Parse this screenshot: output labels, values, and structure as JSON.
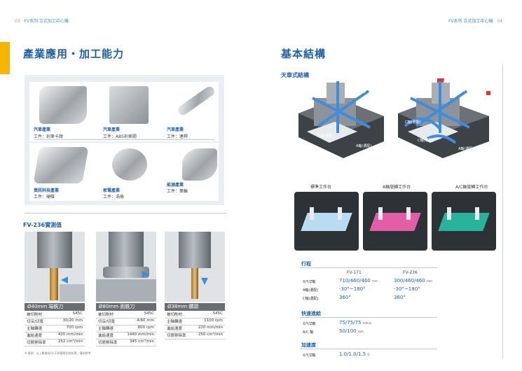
{
  "header": {
    "left_page": "03",
    "left_title": "FV系列",
    "left_subtitle": "立式加工中心機",
    "right_title": "FV系列",
    "right_subtitle": "立式加工中心機",
    "right_page": "04"
  },
  "left": {
    "title": "產業應用・加工能力",
    "applications": [
      {
        "industry": "汽車產業",
        "work": "工件：剎車卡鉗"
      },
      {
        "industry": "汽車產業",
        "work": "工件：ABS剎車閥"
      },
      {
        "industry": "汽車產業",
        "work": "工件：連桿"
      },
      {
        "industry": "資訊科技產業",
        "work": "工件：硬碟"
      },
      {
        "industry": "家電產業",
        "work": "工件：渦捲"
      },
      {
        "industry": "能源產業",
        "work": "工件：葉輪"
      }
    ],
    "measure_title": "FV-236實測值",
    "tests": [
      {
        "tool": "Ø40mm 端銑刀",
        "rows": [
          [
            "被切削材",
            "S45C"
          ],
          [
            "切深/切寬",
            "30/20 mm"
          ],
          [
            "主軸轉速",
            "700 rpm"
          ],
          [
            "進給速度",
            "420 mm/min"
          ],
          [
            "切屑移除率",
            "252 cm³/min"
          ]
        ]
      },
      {
        "tool": "Ø80mm 面銑刀",
        "rows": [
          [
            "被切削材",
            "S45C"
          ],
          [
            "切深/切寬",
            "4/60 mm"
          ],
          [
            "主軸轉速",
            "800 rpm"
          ],
          [
            "進給速度",
            "1440 mm/min"
          ],
          [
            "切屑移除率",
            "345 cm³/min"
          ]
        ]
      },
      {
        "tool": "Ø38mm 鑽頭",
        "rows": [
          [
            "被切削材",
            "S45C"
          ],
          [
            "主軸轉速",
            "1100 rpm"
          ],
          [
            "進給速度",
            "220 mm/min"
          ],
          [
            "切屑移除率",
            "250 cm³/min"
          ]
        ]
      }
    ],
    "footnote": "※ 實測：以上數據由FV-236實際切削所得，僅供參考"
  },
  "right": {
    "title": "基本結構",
    "structure_title": "天車式結構",
    "axis_labels": [
      "X軸",
      "Y軸",
      "Z軸",
      "A軸(選配)",
      "C軸(選配)"
    ],
    "worktables": [
      "標準工作台",
      "A軸旋轉工作台",
      "A/C軸旋轉工作台"
    ],
    "specs": {
      "travel": {
        "title": "行程",
        "models": [
          "FV-171",
          "FV-236"
        ],
        "rows": [
          {
            "label": "X/Y/Z軸",
            "v1": "710/460/460",
            "v2": "300/460/460",
            "unit": "mm"
          },
          {
            "label": "A軸(選配)",
            "v1": "-30°~180°",
            "v2": "-30°~180°",
            "unit": ""
          },
          {
            "label": "C軸(選配)",
            "v1": "360°",
            "v2": "360°",
            "unit": ""
          }
        ]
      },
      "rapid": {
        "title": "快速進給",
        "rows": [
          {
            "label": "X/Y/Z軸",
            "value": "75/75/75",
            "unit": "m/min"
          },
          {
            "label": "A/C 軸",
            "value": "50/100",
            "unit": "rpm"
          }
        ]
      },
      "accel": {
        "title": "加速度",
        "rows": [
          {
            "label": "X/Y/Z軸",
            "value": "1.0/1.0/1.5",
            "unit": "G"
          }
        ]
      }
    }
  },
  "colors": {
    "accent_yellow": "#f5b400",
    "brand_blue": "#1f5fa8",
    "table_header": "#6a6e72",
    "axis_arrow": "#3c8de0"
  }
}
